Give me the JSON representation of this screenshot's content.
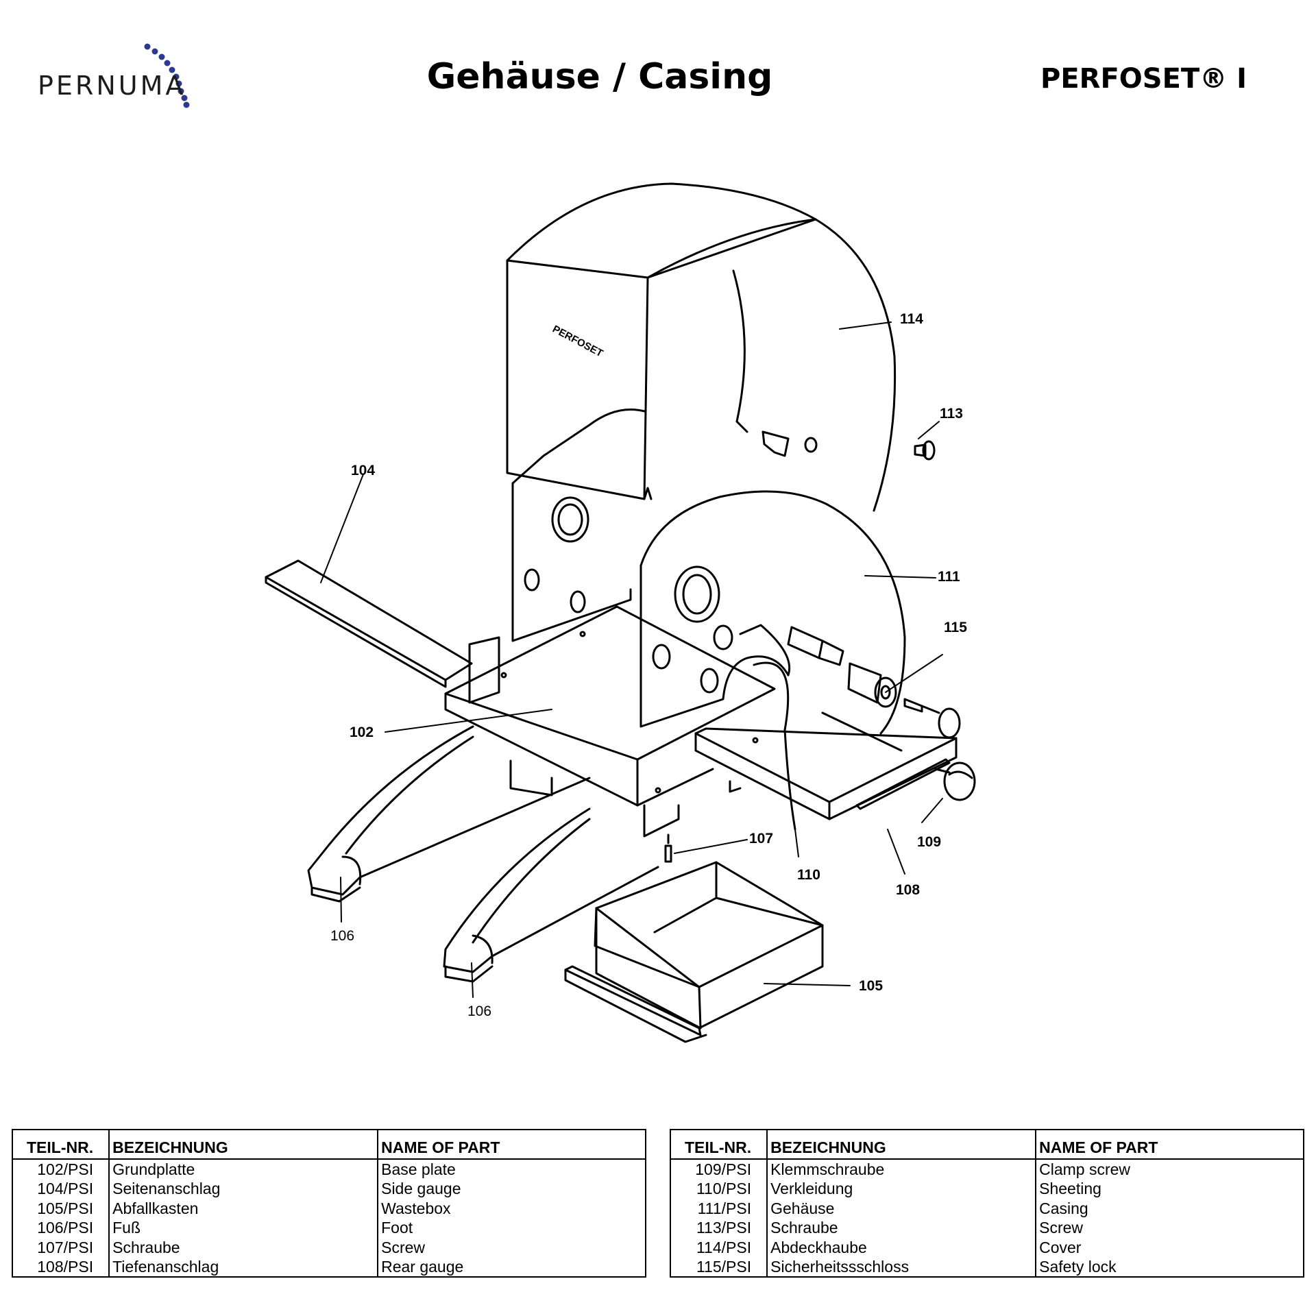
{
  "header": {
    "logo_text": "PERNUMA",
    "title": "Gehäuse / Casing",
    "product": "PERFOSET® I"
  },
  "diagram": {
    "casing_brand_text": "PERFOSET",
    "callouts": {
      "c102": "102",
      "c104": "104",
      "c105": "105",
      "c106a": "106",
      "c106b": "106",
      "c107": "107",
      "c108": "108",
      "c109": "109",
      "c110": "110",
      "c111": "111",
      "c113": "113",
      "c114": "114",
      "c115": "115"
    }
  },
  "parts_table": {
    "headers": {
      "part_no": "TEIL-NR.",
      "designation": "BEZEICHNUNG",
      "name": "NAME OF PART"
    },
    "left": [
      {
        "part_no": "102/PSI",
        "designation": "Grundplatte",
        "name": "Base plate"
      },
      {
        "part_no": "104/PSI",
        "designation": "Seitenanschlag",
        "name": "Side gauge"
      },
      {
        "part_no": "105/PSI",
        "designation": "Abfallkasten",
        "name": "Wastebox"
      },
      {
        "part_no": "106/PSI",
        "designation": "Fuß",
        "name": "Foot"
      },
      {
        "part_no": "107/PSI",
        "designation": "Schraube",
        "name": "Screw"
      },
      {
        "part_no": "108/PSI",
        "designation": "Tiefenanschlag",
        "name": "Rear gauge"
      }
    ],
    "right": [
      {
        "part_no": "109/PSI",
        "designation": "Klemmschraube",
        "name": "Clamp screw"
      },
      {
        "part_no": "110/PSI",
        "designation": "Verkleidung",
        "name": "Sheeting"
      },
      {
        "part_no": "111/PSI",
        "designation": "Gehäuse",
        "name": "Casing"
      },
      {
        "part_no": "113/PSI",
        "designation": "Schraube",
        "name": "Screw"
      },
      {
        "part_no": "114/PSI",
        "designation": "Abdeckhaube",
        "name": "Cover"
      },
      {
        "part_no": "115/PSI",
        "designation": "Sicherheitssschloss",
        "name": "Safety lock"
      }
    ]
  },
  "colors": {
    "logo_dots": "#2b3a8c",
    "ink": "#000000"
  }
}
